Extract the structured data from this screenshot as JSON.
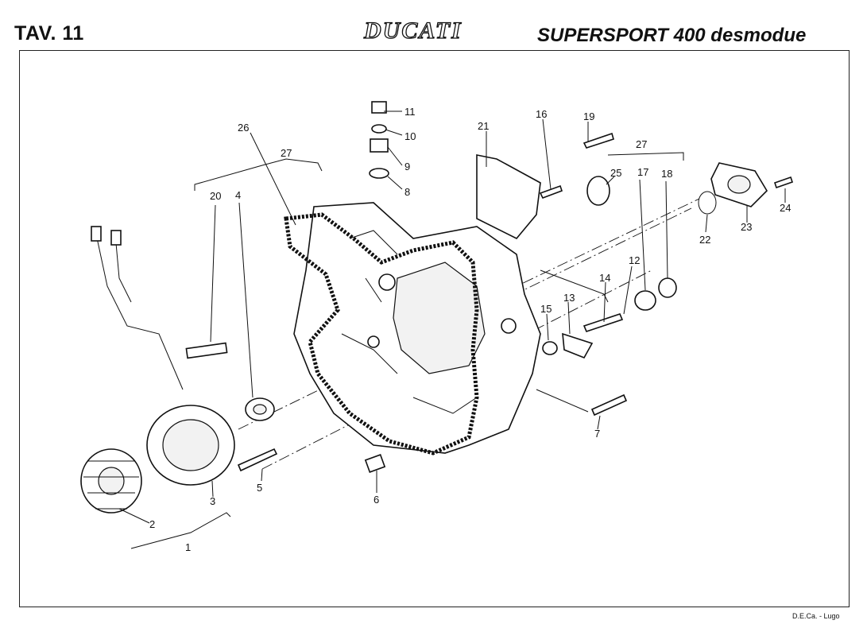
{
  "header": {
    "table_label": "TAV. 11",
    "brand": "DUCATI",
    "model": "SUPERSPORT 400 desmodue"
  },
  "footer": {
    "credit": "D.E.Ca. - Lugo"
  },
  "callouts": [
    "1",
    "2",
    "3",
    "4",
    "5",
    "6",
    "7",
    "8",
    "9",
    "10",
    "11",
    "12",
    "13",
    "14",
    "15",
    "16",
    "17",
    "18",
    "19",
    "20",
    "21",
    "22",
    "23",
    "24",
    "25",
    "26",
    "27",
    "27"
  ]
}
